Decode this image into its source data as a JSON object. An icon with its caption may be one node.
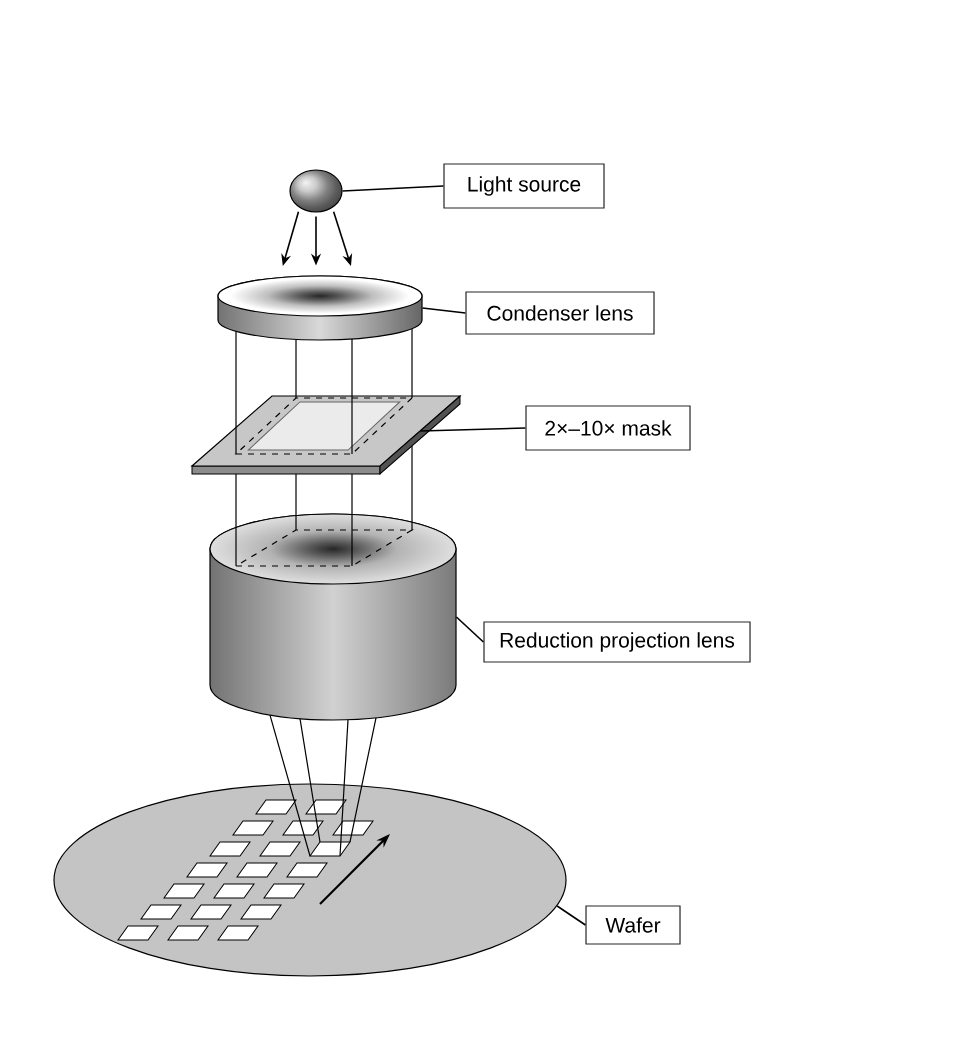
{
  "diagram": {
    "nodes": [
      {
        "text": [],
        "shape": "circle"
      },
      {
        "text": [
          "Light source"
        ]
      },
      {
        "text": [],
        "shape": "cylinder"
      },
      {
        "text": [
          "Condenser lens"
        ]
      },
      {
        "text": [],
        "shape": "box"
      },
      {
        "text": [
          "2×–10× mask"
        ]
      },
      {
        "text": [],
        "shape": "cylinder"
      },
      {
        "text": [
          "Reduction projection lens"
        ]
      },
      {
        "text": [],
        "shape": "ellipse"
      },
      {
        "text": [],
        "shape": "box",
        "in": 8
      },
      {
        "text": [
          "Wafer"
        ]
      }
    ],
    "edges": [
      {
        "from": 1,
        "to": 0,
        "arrow": "none"
      },
      {
        "from": 0,
        "to": 2,
        "arrow": "to"
      },
      {
        "from": 0,
        "to": 2,
        "arrow": "to"
      },
      {
        "from": 0,
        "to": 2,
        "arrow": "to"
      },
      {
        "from": 3,
        "to": 2,
        "arrow": "none"
      },
      {
        "from": 5,
        "to": 4,
        "arrow": "none"
      },
      {
        "from": 7,
        "to": 6,
        "arrow": "none"
      },
      {
        "from": 10,
        "to": 8,
        "arrow": "none"
      },
      {
        "from": 2,
        "to": 4,
        "arrow": "none"
      },
      {
        "from": 2,
        "to": 4,
        "arrow": "none"
      },
      {
        "from": 2,
        "to": 4,
        "arrow": "none"
      },
      {
        "from": 2,
        "to": 4,
        "arrow": "none"
      },
      {
        "from": 4,
        "to": 6,
        "arrow": "none"
      },
      {
        "from": 4,
        "to": 6,
        "arrow": "none"
      },
      {
        "from": 4,
        "to": 6,
        "arrow": "none"
      },
      {
        "from": 4,
        "to": 6,
        "arrow": "none"
      },
      {
        "from": 6,
        "to": 9,
        "arrow": "none"
      },
      {
        "from": 6,
        "to": 9,
        "arrow": "none"
      },
      {
        "from": 6,
        "to": 9,
        "arrow": "none"
      },
      {
        "from": 6,
        "to": 9,
        "arrow": "none"
      }
    ]
  }
}
